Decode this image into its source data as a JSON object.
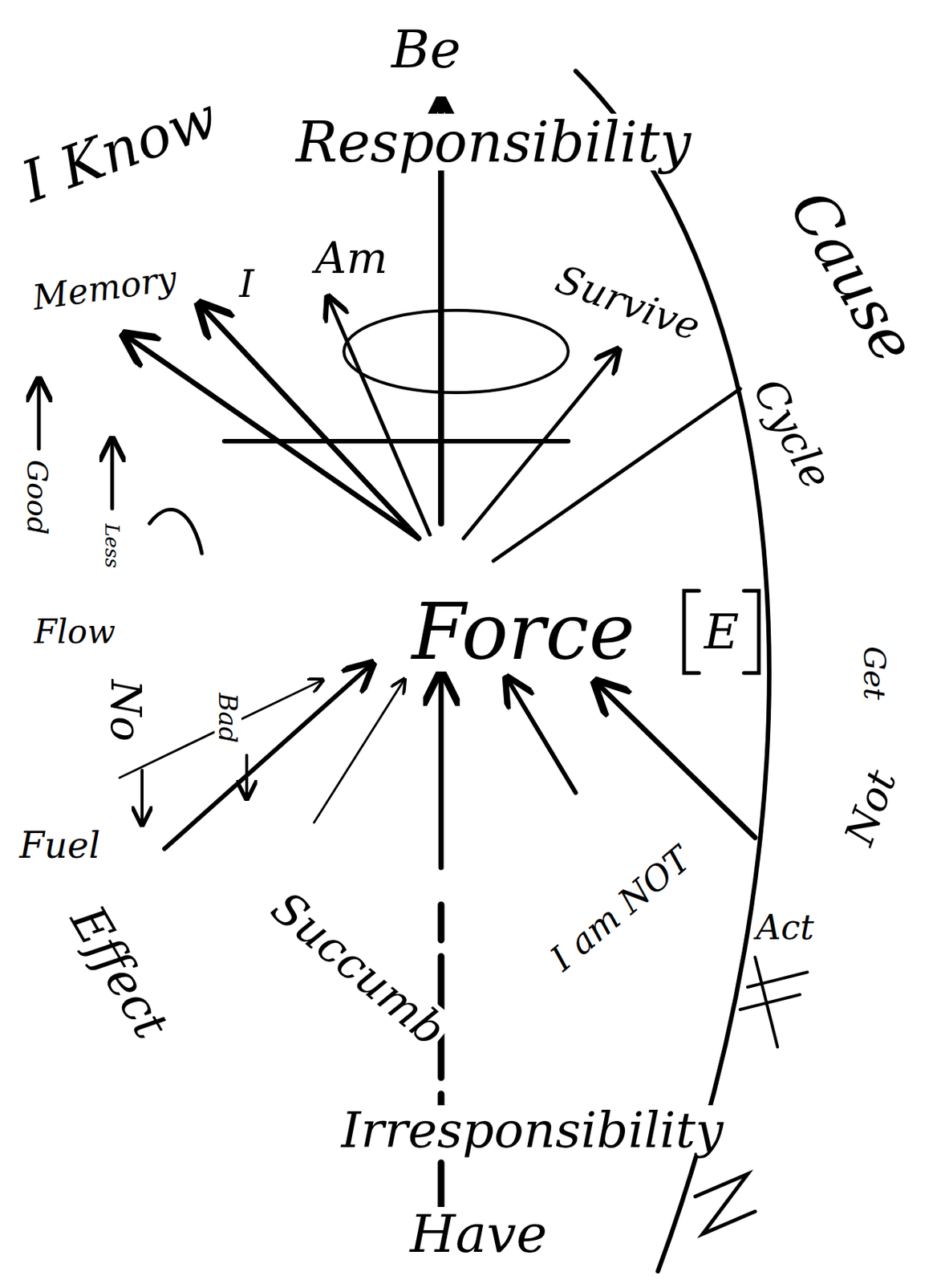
{
  "diagram": {
    "labels": [
      "Be",
      "I Know",
      "Responsibility",
      "Cause",
      "Memory",
      "I",
      "Am",
      "Survive",
      "Cycle",
      "Good",
      "Less",
      "Flow",
      "No",
      "Bad",
      "Fuel",
      "Effect",
      "Force",
      "E",
      "Get",
      "Not",
      "Succumb",
      "I am NOT",
      "Act",
      "Irresponsibility",
      "Have"
    ]
  }
}
